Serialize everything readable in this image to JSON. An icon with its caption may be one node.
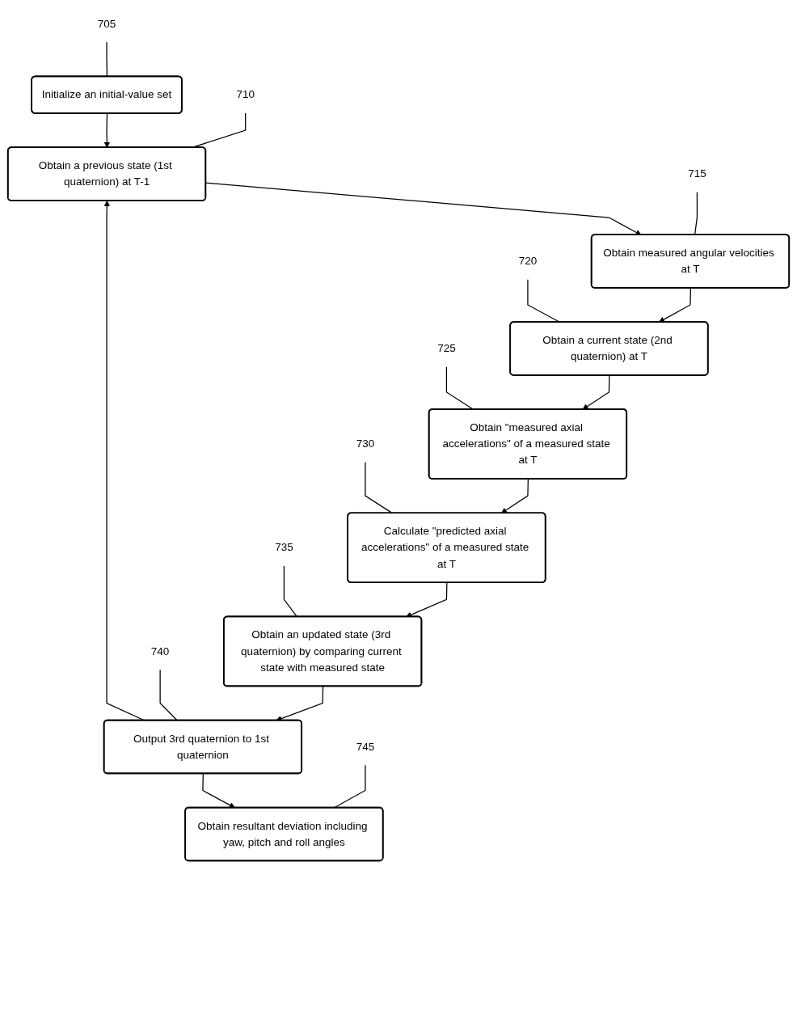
{
  "diagram": {
    "nodes": [
      {
        "text": [
          "705"
        ]
      },
      {
        "text": [
          "Initialize an initial-value set"
        ]
      },
      {
        "text": [
          "710"
        ]
      },
      {
        "text": [
          "Obtain a previous state (1st quaternion) at T-1"
        ]
      },
      {
        "text": [
          "715"
        ]
      },
      {
        "text": [
          "Obtain measured angular velocities at T"
        ]
      },
      {
        "text": [
          "720"
        ]
      },
      {
        "text": [
          "Obtain a current state (2nd quaternion) at T"
        ]
      },
      {
        "text": [
          "725"
        ]
      },
      {
        "text": [
          "Obtain \"measured axial accelerations\" of a measured state at T"
        ]
      },
      {
        "text": [
          "730"
        ]
      },
      {
        "text": [
          "Calculate \"predicted axial accelerations\" of a measured state at T"
        ]
      },
      {
        "text": [
          "735"
        ]
      },
      {
        "text": [
          "Obtain an updated state (3rd quaternion) by comparing current state with measured state"
        ]
      },
      {
        "text": [
          "Output 3rd quaternion to 1st quaternion"
        ]
      },
      {
        "text": [
          "740"
        ]
      },
      {
        "text": [
          "Obtain resultant deviation including yaw, pitch and roll angles"
        ]
      },
      {
        "text": [
          "745"
        ]
      }
    ],
    "edges": [
      {
        "from": 1,
        "to": 3,
        "arrow": "to"
      },
      {
        "from": 3,
        "to": 5,
        "arrow": "to"
      },
      {
        "from": 5,
        "to": 7,
        "arrow": "to"
      },
      {
        "from": 7,
        "to": 9,
        "arrow": "to"
      },
      {
        "from": 9,
        "to": 11,
        "arrow": "to"
      },
      {
        "from": 11,
        "to": 13,
        "arrow": "to"
      },
      {
        "from": 13,
        "to": 14,
        "arrow": "to"
      },
      {
        "from": 14,
        "to": 3,
        "arrow": "to"
      },
      {
        "from": 14,
        "to": 16,
        "arrow": "to"
      },
      {
        "from": 0,
        "to": 1,
        "arrow": "none"
      },
      {
        "from": 2,
        "to": 3,
        "arrow": "none"
      },
      {
        "from": 4,
        "to": 5,
        "arrow": "none"
      },
      {
        "from": 6,
        "to": 7,
        "arrow": "none"
      },
      {
        "from": 8,
        "to": 9,
        "arrow": "none"
      },
      {
        "from": 10,
        "to": 11,
        "arrow": "none"
      },
      {
        "from": 12,
        "to": 13,
        "arrow": "none"
      },
      {
        "from": 15,
        "to": 14,
        "arrow": "none"
      },
      {
        "from": 17,
        "to": 16,
        "arrow": "none"
      }
    ]
  }
}
